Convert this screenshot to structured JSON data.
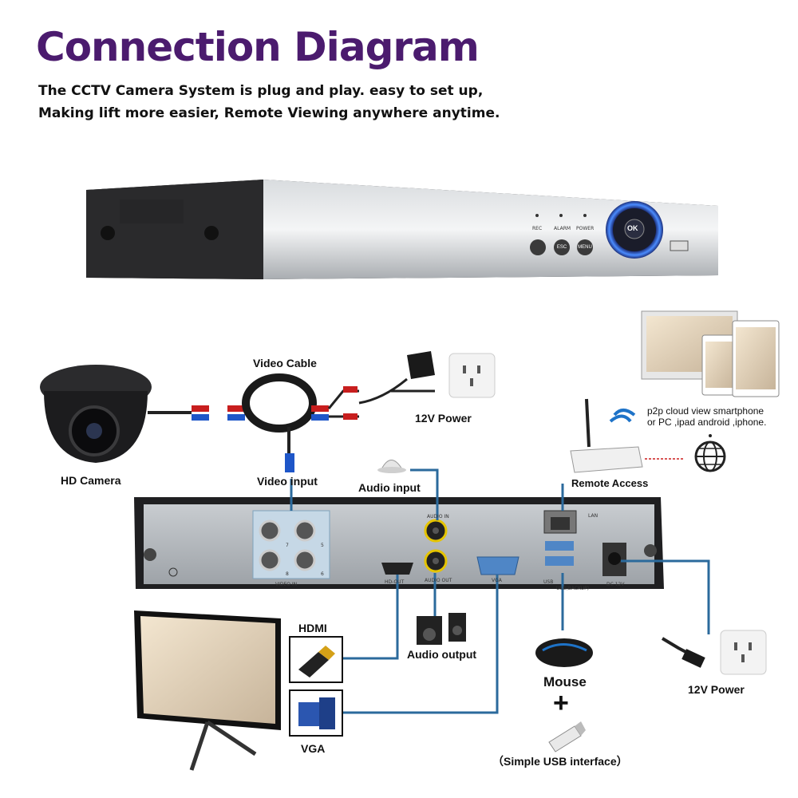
{
  "title": "Connection Diagram",
  "subtitle_line1": "The CCTV Camera System is plug and play. easy to set up,",
  "subtitle_line2": "Making lift more easier, Remote Viewing anywhere anytime.",
  "front_panel": {
    "rec": "REC",
    "alarm": "ALARM",
    "power": "POWER",
    "esc": "ESC",
    "menu": "MENU",
    "ok": "OK"
  },
  "labels": {
    "video_cable": "Video Cable",
    "power_top": "12V Power",
    "hd_camera": "HD Camera",
    "video_input": "Video input",
    "audio_input": "Audio input",
    "remote_access": "Remote Access",
    "p2p_line1": "p2p cloud view smartphone",
    "p2p_line2": "or PC ,ipad android ,iphone.",
    "hdmi": "HDMI",
    "audio_output": "Audio output",
    "mouse": "Mouse",
    "plus": "+",
    "power_bottom": "12V Power",
    "vga": "VGA",
    "usb": "（Simple USB interface）"
  },
  "rear_panel": {
    "video_in": "VIDEO IN",
    "ch7": "7",
    "ch5": "5",
    "ch8": "8",
    "ch6": "6",
    "audio_in": "AUDIO IN",
    "audio_out": "AUDIO OUT",
    "hd_out": "HD-OUT",
    "vga": "VGA",
    "lan": "LAN",
    "usb": "USB",
    "usb_backup": "USB(BACKUP)",
    "dc12v": "DC 12V"
  },
  "colors": {
    "title": "#4b1b6e",
    "line": "#2b6a9c",
    "dvr_body": "#1d1d1f",
    "panel": "#b8bcc0"
  }
}
